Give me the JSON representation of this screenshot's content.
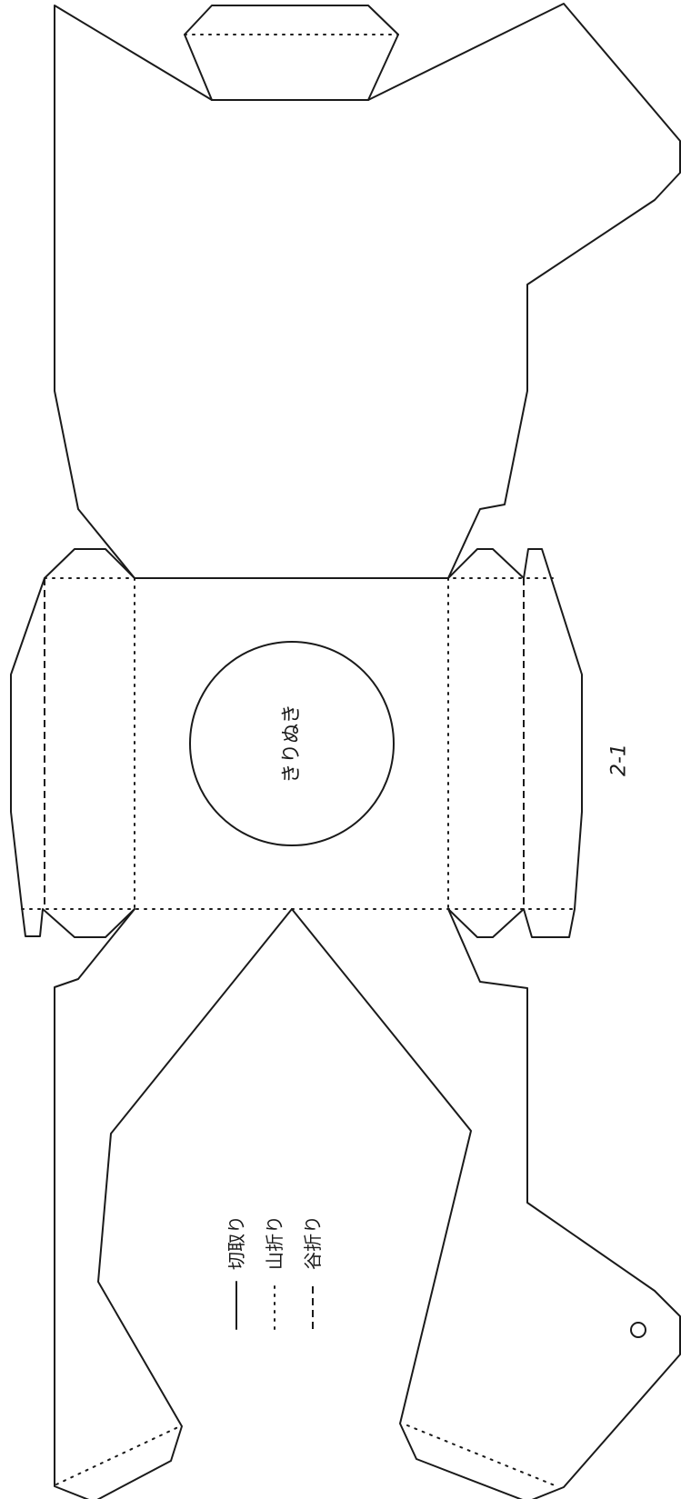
{
  "cutout_label": "きりぬき",
  "page_number": "2-1",
  "legend": {
    "cut": "切取り",
    "mountain_fold": "山折り",
    "valley_fold": "谷折り"
  }
}
